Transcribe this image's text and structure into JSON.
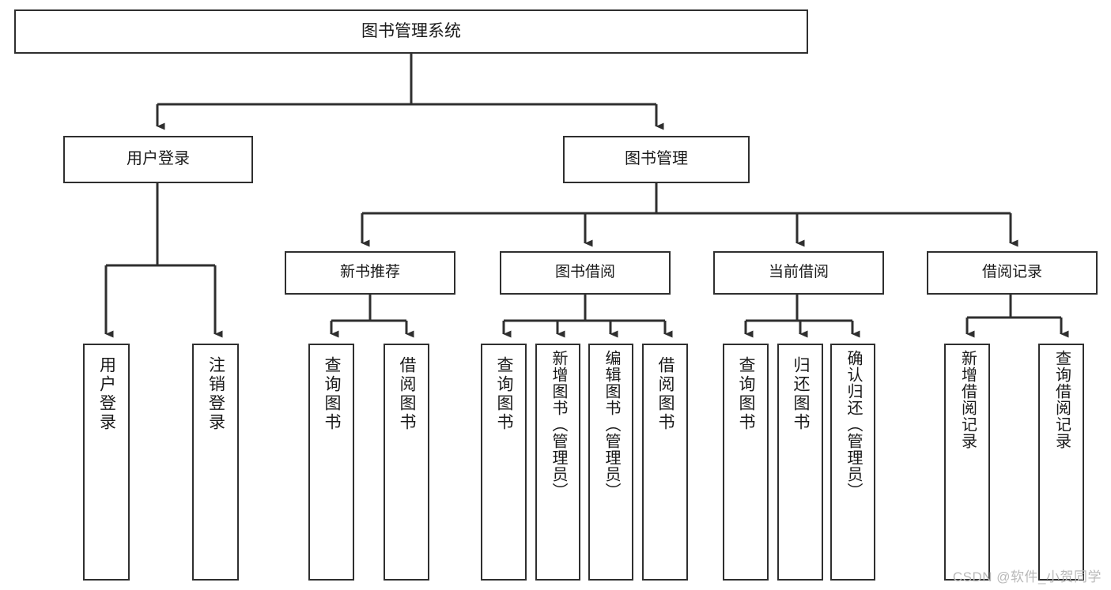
{
  "diagram": {
    "title": "图书管理系统",
    "type": "tree",
    "watermark": "CSDN @软件_小贺同学",
    "colors": {
      "box_border": "#2f2f2f",
      "box_fill": "#ffffff",
      "connector": "#2f2f2f",
      "watermark": "#b9b9b9",
      "background": "#ffffff"
    },
    "nodes": {
      "root": {
        "label": "图书管理系统",
        "level": 1
      },
      "user_login": {
        "label": "用户登录",
        "level": 2
      },
      "book_manage": {
        "label": "图书管理",
        "level": 2
      },
      "new_book_rec": {
        "label": "新书推荐",
        "level": 3
      },
      "book_borrow": {
        "label": "图书借阅",
        "level": 3
      },
      "current_borrow": {
        "label": "当前借阅",
        "level": 3
      },
      "borrow_record": {
        "label": "借阅记录",
        "level": 3
      },
      "leaf_user_login": {
        "label": "用户登录",
        "level": 4
      },
      "leaf_logout": {
        "label": "注销登录",
        "level": 4
      },
      "leaf_query_book_1": {
        "label": "查询图书",
        "level": 4
      },
      "leaf_borrow_book_1": {
        "label": "借阅图书",
        "level": 4
      },
      "leaf_query_book_2": {
        "label": "查询图书",
        "level": 4
      },
      "leaf_add_book_admin": {
        "label": "新增图书（管理员）",
        "level": 4
      },
      "leaf_edit_book_admin": {
        "label": "编辑图书（管理员）",
        "level": 4
      },
      "leaf_borrow_book_2": {
        "label": "借阅图书",
        "level": 4
      },
      "leaf_query_book_3": {
        "label": "查询图书",
        "level": 4
      },
      "leaf_return_book": {
        "label": "归还图书",
        "level": 4
      },
      "leaf_confirm_return_admin": {
        "label": "确认归还（管理员）",
        "level": 4
      },
      "leaf_add_borrow_record": {
        "label": "新增借阅记录",
        "level": 4
      },
      "leaf_query_borrow_record": {
        "label": "查询借阅记录",
        "level": 4
      }
    },
    "edges": [
      {
        "from": "root",
        "to": "user_login"
      },
      {
        "from": "root",
        "to": "book_manage"
      },
      {
        "from": "user_login",
        "to": "leaf_user_login"
      },
      {
        "from": "user_login",
        "to": "leaf_logout"
      },
      {
        "from": "book_manage",
        "to": "new_book_rec"
      },
      {
        "from": "book_manage",
        "to": "book_borrow"
      },
      {
        "from": "book_manage",
        "to": "current_borrow"
      },
      {
        "from": "book_manage",
        "to": "borrow_record"
      },
      {
        "from": "new_book_rec",
        "to": "leaf_query_book_1"
      },
      {
        "from": "new_book_rec",
        "to": "leaf_borrow_book_1"
      },
      {
        "from": "book_borrow",
        "to": "leaf_query_book_2"
      },
      {
        "from": "book_borrow",
        "to": "leaf_add_book_admin"
      },
      {
        "from": "book_borrow",
        "to": "leaf_edit_book_admin"
      },
      {
        "from": "book_borrow",
        "to": "leaf_borrow_book_2"
      },
      {
        "from": "current_borrow",
        "to": "leaf_query_book_3"
      },
      {
        "from": "current_borrow",
        "to": "leaf_return_book"
      },
      {
        "from": "current_borrow",
        "to": "leaf_confirm_return_admin"
      },
      {
        "from": "borrow_record",
        "to": "leaf_add_borrow_record"
      },
      {
        "from": "borrow_record",
        "to": "leaf_query_borrow_record"
      }
    ]
  }
}
